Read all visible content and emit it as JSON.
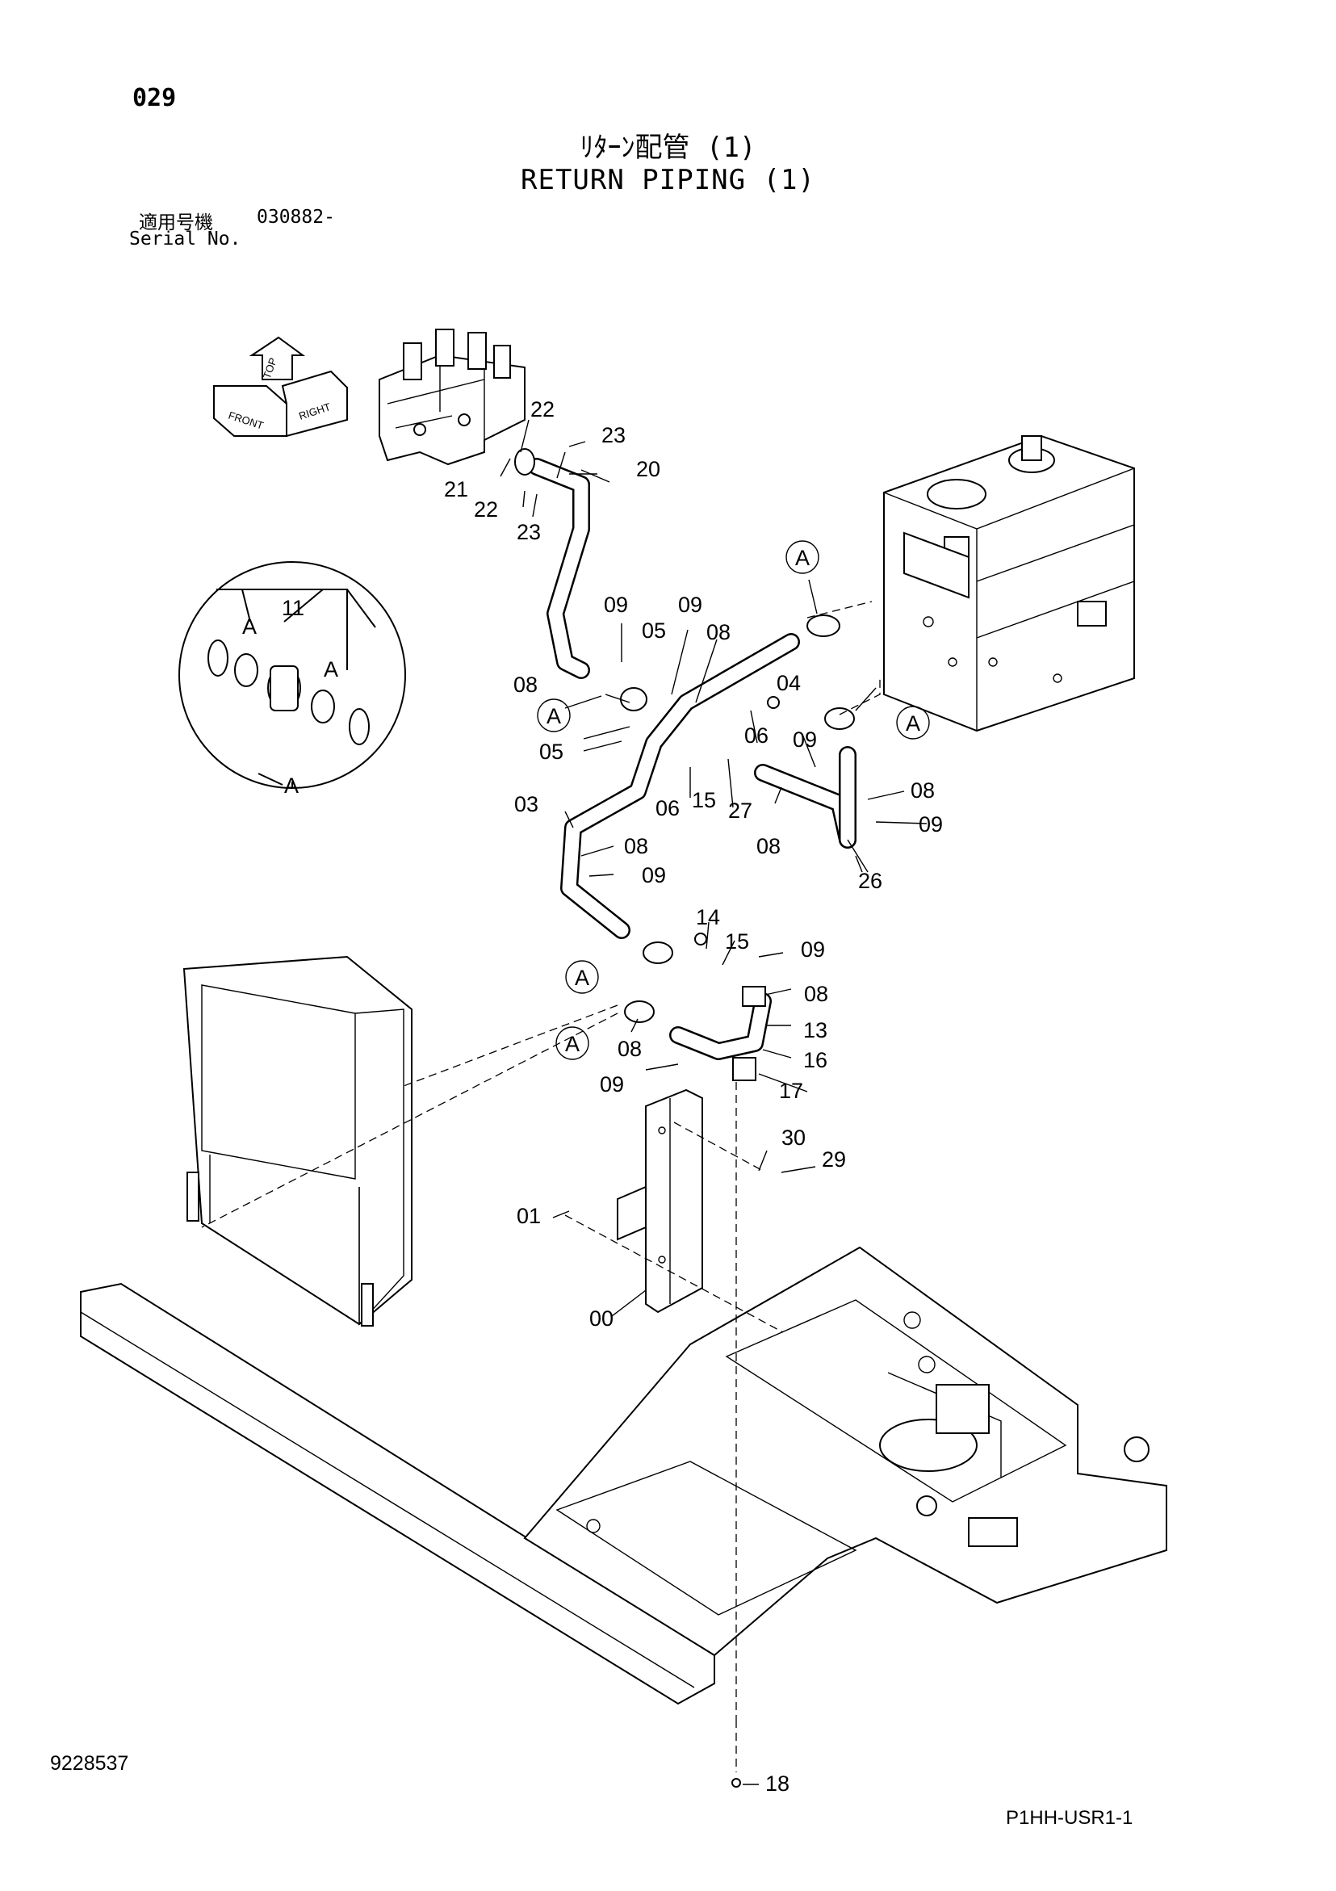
{
  "header": {
    "page_number": "029",
    "title_jp": "ﾘﾀｰﾝ配管 (1)",
    "title_en": "RETURN PIPING (1)",
    "serial_jp_label": "適用号機",
    "serial_value": "030882-",
    "serial_en_label": "Serial No."
  },
  "footer": {
    "doc_id": "9228537",
    "sheet_code": "P1HH-USR1-1"
  },
  "orientation": {
    "front_label": "FRONT",
    "top_label": "TOP",
    "right_label": "RIGHT"
  },
  "detail_view": {
    "name": "A",
    "labels": [
      "11",
      "A",
      "A"
    ]
  },
  "callouts": [
    "22",
    "23",
    "20",
    "21",
    "22",
    "23",
    "A",
    "09",
    "09",
    "05",
    "08",
    "08",
    "A",
    "04",
    "A",
    "05",
    "06",
    "09",
    "06",
    "15",
    "27",
    "08",
    "08",
    "09",
    "03",
    "08",
    "09",
    "26",
    "14",
    "15",
    "09",
    "A",
    "08",
    "A",
    "08",
    "13",
    "16",
    "09",
    "17",
    "30",
    "29",
    "01",
    "00",
    "18"
  ],
  "colors": {
    "line": "#000000",
    "background": "#ffffff"
  }
}
